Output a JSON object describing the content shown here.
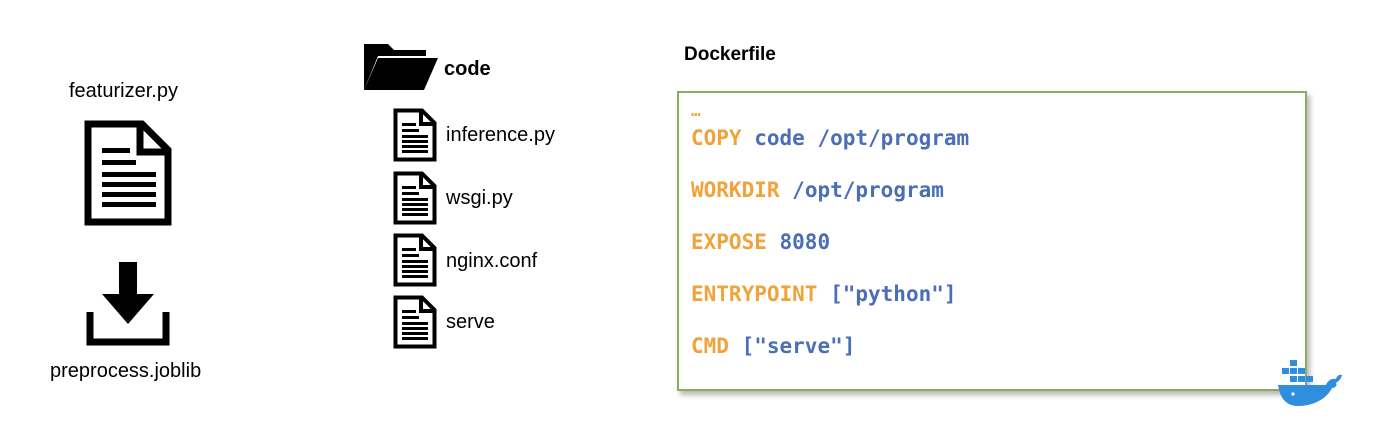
{
  "left": {
    "script_label": "featurizer.py",
    "artifact_label": "preprocess.joblib"
  },
  "folder": {
    "name": "code",
    "files": [
      "inference.py",
      "wsgi.py",
      "nginx.conf",
      "serve"
    ]
  },
  "dockerfile": {
    "title": "Dockerfile",
    "ellipsis": "…",
    "lines": [
      {
        "keyword": "COPY",
        "args": "code /opt/program"
      },
      {
        "keyword": "WORKDIR",
        "args": "/opt/program"
      },
      {
        "keyword": "EXPOSE",
        "args": "8080"
      },
      {
        "keyword": "ENTRYPOINT",
        "args": "[\"python\"]"
      },
      {
        "keyword": "CMD",
        "args": "[\"serve\"]"
      }
    ]
  },
  "colors": {
    "keyword": "#f0a33a",
    "argument": "#4a6eb7",
    "box_border": "#8aae5b",
    "docker_blue": "#2f8fde"
  },
  "icons": [
    "document-icon",
    "download-icon",
    "folder-open-icon",
    "docker-whale-icon"
  ]
}
